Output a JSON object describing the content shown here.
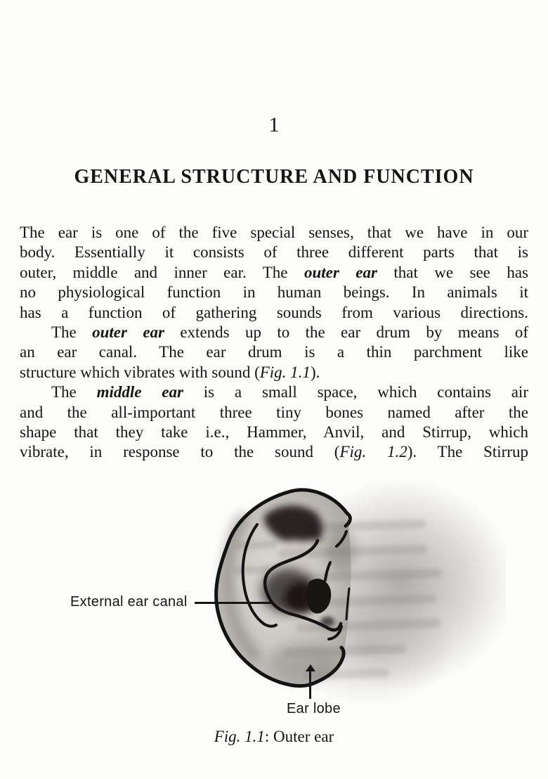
{
  "page_number": "1",
  "heading": "GENERAL STRUCTURE AND FUNCTION",
  "body": {
    "p1": {
      "l1": "The ear is one of the five special senses, that we have in our",
      "l2": "body. Essentially it consists of three different parts that is",
      "l3a": "outer, middle and inner ear.  The ",
      "l3b": "outer ear",
      "l3c": " that we see has",
      "l4": "no physiological function in human beings. In animals it",
      "l5": "has a function of gathering sounds from various directions."
    },
    "p2": {
      "l1a": "The ",
      "l1b": "outer ear",
      "l1c": " extends up to the ear drum by means of",
      "l2": "an ear canal. The ear drum is a thin parchment like",
      "l3a": "structure which vibrates with sound (",
      "l3b": "Fig. 1.1",
      "l3c": ")."
    },
    "p3": {
      "l1a": "The ",
      "l1b": "middle ear",
      "l1c": " is a small space, which contains air",
      "l2": "and the all-important three tiny bones named after the",
      "l3": "shape that they take i.e., Hammer, Anvil, and Stirrup, which",
      "l4a": "vibrate, in response to the sound (",
      "l4b": "Fig. 1.2",
      "l4c": "). The Stirrup"
    }
  },
  "figure": {
    "label_canal": "External ear canal",
    "label_lobe": "Ear lobe",
    "caption_fig": "Fig. 1.1",
    "caption_rest": ": Outer ear"
  },
  "colors": {
    "ink": "#151515",
    "paper": "#fdfdfc"
  }
}
